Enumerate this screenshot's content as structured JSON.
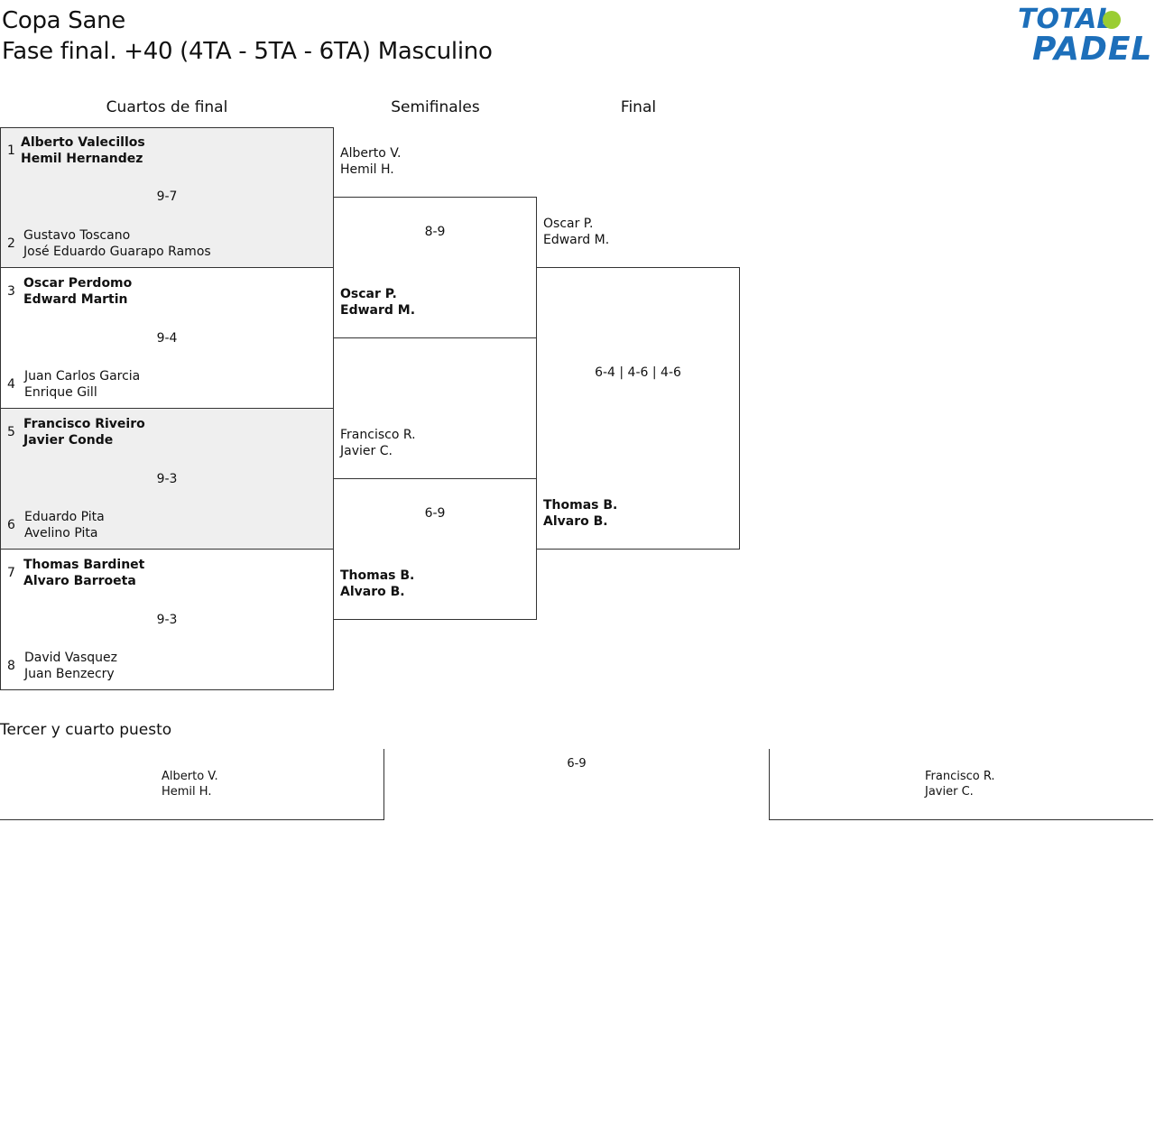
{
  "header": {
    "tournament": "Copa Sane",
    "phase": "Fase final. +40 (4TA - 5TA - 6TA) Masculino",
    "logo_line1": "TOTAL",
    "logo_line2": "PADEL",
    "logo_color": "#1d6fba",
    "logo_ball_color": "#9acd32"
  },
  "columns": {
    "quarters": "Cuartos de final",
    "semis": "Semifinales",
    "final": "Final"
  },
  "quarterfinals": [
    {
      "score": "9-7",
      "top": {
        "seed": "1",
        "p1": "Alberto Valecillos",
        "p2": "Hemil Hernandez",
        "winner": true
      },
      "bottom": {
        "seed": "2",
        "p1": "Gustavo Toscano",
        "p2": "José Eduardo Guarapo Ramos",
        "winner": false
      }
    },
    {
      "score": "9-4",
      "top": {
        "seed": "3",
        "p1": "Oscar Perdomo",
        "p2": "Edward Martin",
        "winner": true
      },
      "bottom": {
        "seed": "4",
        "p1": "Juan Carlos Garcia",
        "p2": "Enrique Gill",
        "winner": false
      }
    },
    {
      "score": "9-3",
      "top": {
        "seed": "5",
        "p1": "Francisco Riveiro",
        "p2": "Javier Conde",
        "winner": true
      },
      "bottom": {
        "seed": "6",
        "p1": "Eduardo Pita",
        "p2": "Avelino Pita",
        "winner": false
      }
    },
    {
      "score": "9-3",
      "top": {
        "seed": "7",
        "p1": "Thomas Bardinet",
        "p2": "Alvaro Barroeta",
        "winner": true
      },
      "bottom": {
        "seed": "8",
        "p1": "David Vasquez",
        "p2": "Juan Benzecry",
        "winner": false
      }
    }
  ],
  "semifinals": [
    {
      "score": "8-9",
      "top": {
        "p1": "Alberto V.",
        "p2": "Hemil H."
      },
      "bottom": {
        "p1": "Oscar P.",
        "p2": "Edward M."
      }
    },
    {
      "score": "6-9",
      "top": {
        "p1": "Francisco R.",
        "p2": "Javier C."
      },
      "bottom": {
        "p1": "Thomas B.",
        "p2": "Alvaro B."
      }
    }
  ],
  "final": {
    "score": "6-4 | 4-6 | 4-6",
    "top": {
      "p1": "Oscar P.",
      "p2": "Edward M."
    },
    "bottom": {
      "p1": "Thomas B.",
      "p2": "Alvaro B."
    }
  },
  "third_place": {
    "title": "Tercer y cuarto puesto",
    "score": "6-9",
    "left": {
      "p1": "Alberto V.",
      "p2": "Hemil H."
    },
    "right": {
      "p1": "Francisco R.",
      "p2": "Javier C."
    }
  }
}
